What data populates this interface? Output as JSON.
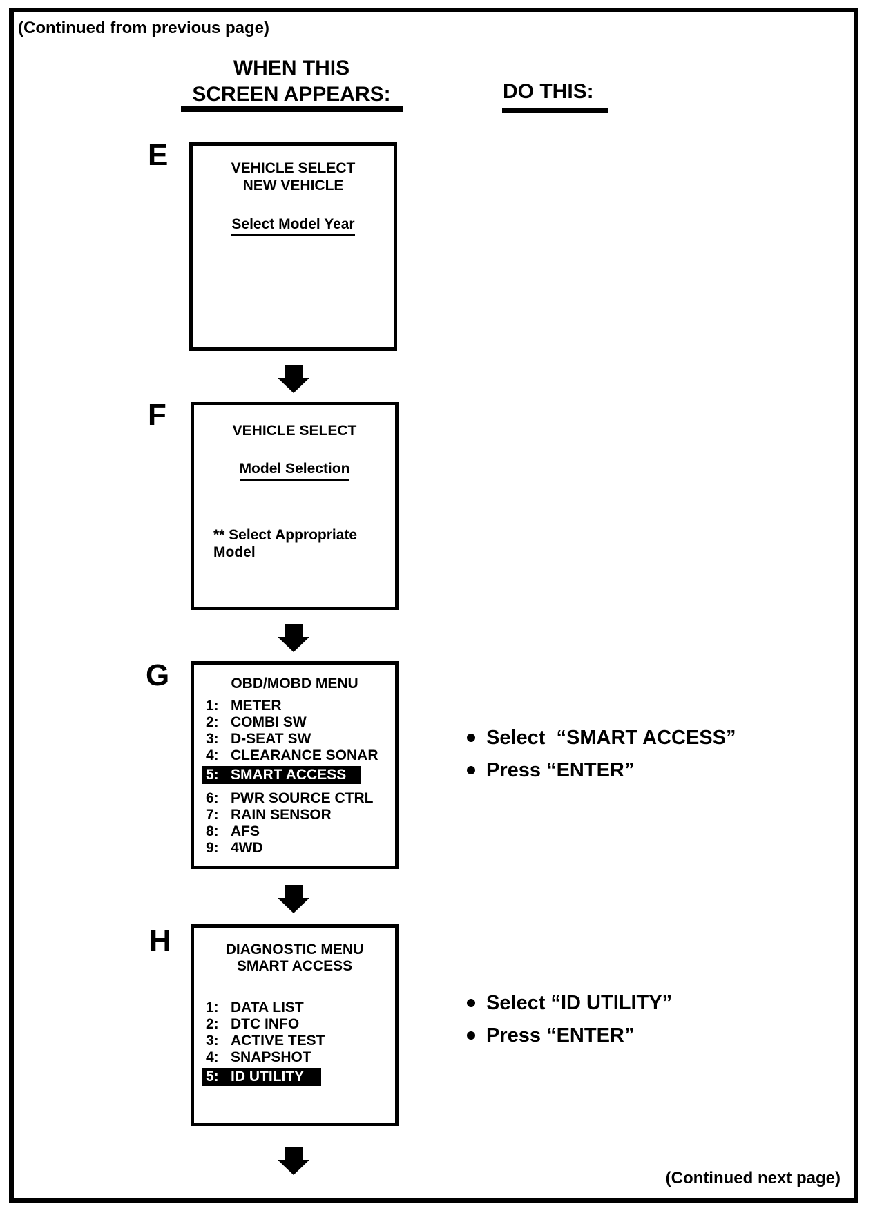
{
  "page": {
    "continued_from": "(Continued from previous page)",
    "continued_next": "(Continued next page)",
    "screen_column_heading_line1": "WHEN THIS",
    "screen_column_heading_line2": "SCREEN APPEARS:",
    "action_column_heading": "DO THIS:"
  },
  "steps": [
    {
      "label": "E",
      "screen": {
        "title_lines": [
          "VEHICLE SELECT",
          "NEW VEHICLE"
        ],
        "subtitle": "Select Model Year"
      }
    },
    {
      "label": "F",
      "screen": {
        "title_lines": [
          "VEHICLE SELECT"
        ],
        "subtitle": "Model Selection",
        "note": "** Select Appropriate Model"
      }
    },
    {
      "label": "G",
      "screen": {
        "title_lines": [
          "OBD/MOBD MENU"
        ],
        "menu": [
          {
            "num": "1:",
            "label": "METER",
            "highlighted": false
          },
          {
            "num": "2:",
            "label": "COMBI SW",
            "highlighted": false
          },
          {
            "num": "3:",
            "label": "D-SEAT SW",
            "highlighted": false
          },
          {
            "num": "4:",
            "label": "CLEARANCE SONAR",
            "highlighted": false
          },
          {
            "num": "5:",
            "label": "SMART ACCESS",
            "highlighted": true
          },
          {
            "num": "6:",
            "label": "PWR SOURCE CTRL",
            "highlighted": false
          },
          {
            "num": "7:",
            "label": "RAIN SENSOR",
            "highlighted": false
          },
          {
            "num": "8:",
            "label": "AFS",
            "highlighted": false
          },
          {
            "num": "9:",
            "label": "4WD",
            "highlighted": false
          }
        ]
      },
      "actions": [
        "Select  “SMART ACCESS”",
        "Press “ENTER”"
      ]
    },
    {
      "label": "H",
      "screen": {
        "title_lines": [
          "DIAGNOSTIC MENU",
          "SMART ACCESS"
        ],
        "menu": [
          {
            "num": "1:",
            "label": "DATA LIST",
            "highlighted": false
          },
          {
            "num": "2:",
            "label": "DTC INFO",
            "highlighted": false
          },
          {
            "num": "3:",
            "label": "ACTIVE TEST",
            "highlighted": false
          },
          {
            "num": "4:",
            "label": "SNAPSHOT",
            "highlighted": false
          },
          {
            "num": "5:",
            "label": "ID UTILITY",
            "highlighted": true
          }
        ]
      },
      "actions": [
        "Select “ID UTILITY”",
        "Press “ENTER”"
      ]
    }
  ]
}
